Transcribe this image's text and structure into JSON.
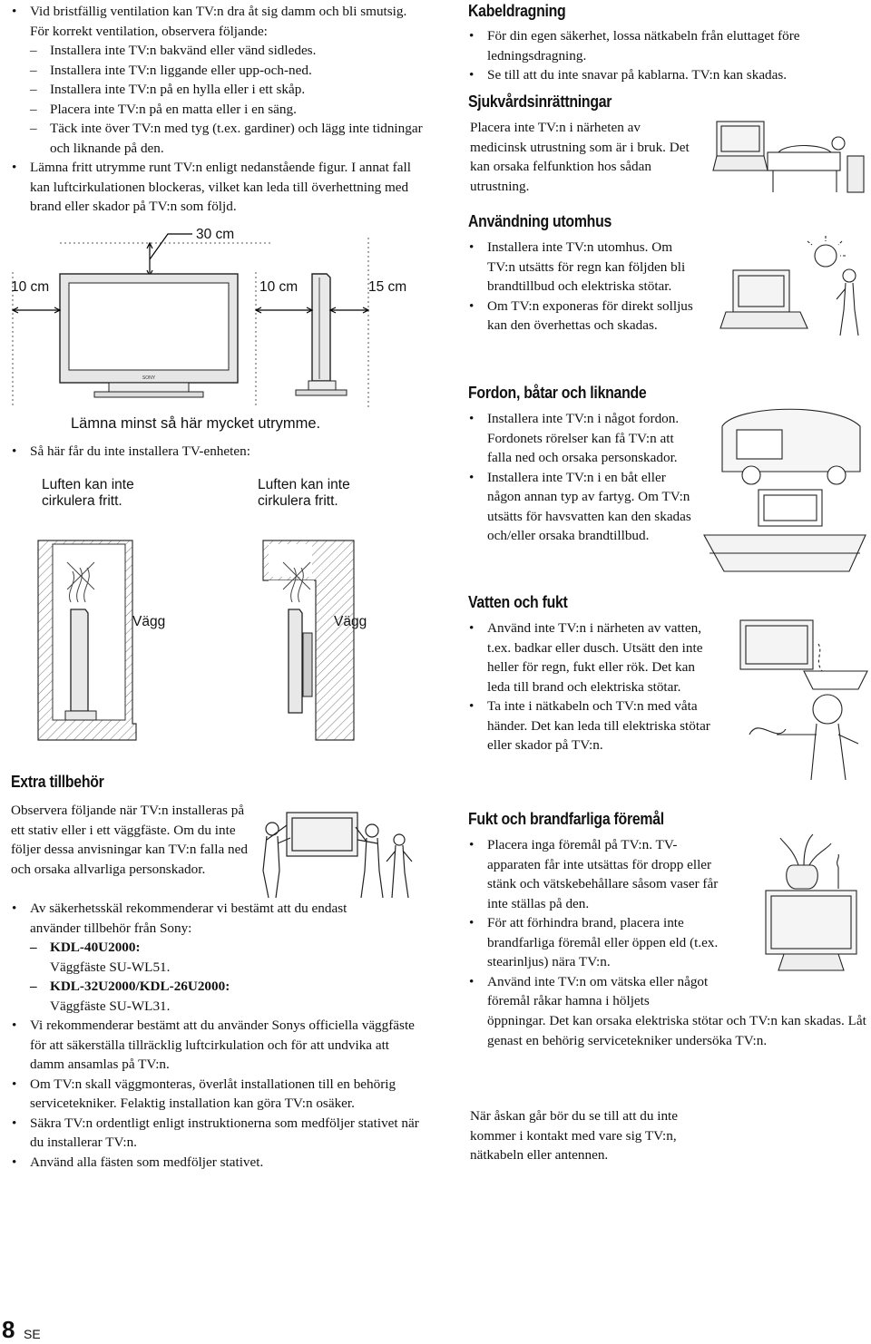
{
  "top_bullets": {
    "b1": "Vid bristfällig ventilation kan TV:n dra åt sig damm och bli smutsig. För korrekt ventilation, observera följande:",
    "d1": "Installera inte TV:n bakvänd eller vänd sidledes.",
    "d2": "Installera inte TV:n liggande eller upp-och-ned.",
    "d3": "Installera inte TV:n på en hylla eller i ett skåp.",
    "d4": "Placera inte TV:n på en matta eller i en säng.",
    "d5": "Täck inte över TV:n med tyg (t.ex. gardiner) och lägg inte tidningar och liknande på den.",
    "b2": "Lämna fritt utrymme runt TV:n enligt nedanstående figur. I annat fall kan luftcirkulationen blockeras, vilket kan leda till överhettning med brand eller skador på TV:n som följd."
  },
  "clearance_figure": {
    "top": "30 cm",
    "left": "10 cm",
    "middle": "10 cm",
    "right": "15 cm",
    "caption": "Lämna minst så här mycket utrymme."
  },
  "wall_intro": "Så här får du inte installera TV-enheten:",
  "wall_figure": {
    "air1": "Luften kan inte cirkulera fritt.",
    "air2": "Luften kan inte cirkulera fritt.",
    "wall1": "Vägg",
    "wall2": "Vägg"
  },
  "extra": {
    "heading": "Extra tillbehör",
    "intro": "Observera följande när TV:n installeras på ett stativ eller i ett väggfäste. Om du inte följer dessa anvisningar kan TV:n falla ned och orsaka allvarliga personskador.",
    "b1": "Av säkerhetsskäl rekommenderar vi bestämt att du endast använder tillbehör från Sony:",
    "m1": "KDL-40U2000:",
    "m1v": "Väggfäste SU-WL51.",
    "m2": "KDL-32U2000/KDL-26U2000:",
    "m2v": "Väggfäste SU-WL31.",
    "b2": "Vi rekommenderar bestämt att du använder Sonys officiella väggfäste för att säkerställa tillräcklig luftcirkulation och för att undvika att damm ansamlas på TV:n.",
    "b3": "Om TV:n skall väggmonteras, överlåt installationen till en behörig servicetekniker. Felaktig installation kan göra TV:n osäker.",
    "b4": "Säkra TV:n ordentligt enligt instruktionerna som medföljer stativet när du installerar TV:n.",
    "b5": "Använd alla fästen som medföljer stativet."
  },
  "kabel": {
    "heading": "Kabeldragning",
    "b1": "För din egen säkerhet, lossa nätkabeln från eluttaget före ledningsdragning.",
    "b2": "Se till att du inte snavar på kablarna. TV:n kan skadas."
  },
  "sjukvard": {
    "heading": "Sjukvårdsinrättningar",
    "text": "Placera inte TV:n i närheten av medicinsk utrustning som är i bruk. Det kan orsaka felfunktion hos sådan utrustning."
  },
  "utomhus": {
    "heading": "Användning utomhus",
    "b1": "Installera inte TV:n utomhus. Om TV:n utsätts för regn kan följden bli brandtillbud och elektriska stötar.",
    "b2": "Om TV:n exponeras för direkt solljus kan den överhettas och skadas."
  },
  "fordon": {
    "heading": "Fordon, båtar och liknande",
    "b1": "Installera inte TV:n i något fordon. Fordonets rörelser kan få TV:n att falla ned och orsaka personskador.",
    "b2": "Installera inte TV:n i en båt eller någon annan typ av fartyg. Om TV:n utsätts för havsvatten kan den skadas och/eller orsaka brandtillbud."
  },
  "vatten": {
    "heading": "Vatten och fukt",
    "b1": "Använd inte TV:n i närheten av vatten, t.ex. badkar eller dusch. Utsätt den inte heller för regn, fukt eller rök. Det kan leda till brand och elektriska stötar.",
    "b2": "Ta inte i nätkabeln och TV:n med våta händer. Det kan leda till elektriska stötar eller skador på TV:n."
  },
  "fukt": {
    "heading": "Fukt och brandfarliga föremål",
    "b1": "Placera inga föremål på TV:n. TV-apparaten får inte utsättas för dropp eller stänk och vätskebehållare såsom vaser får inte ställas på den.",
    "b2": "För att förhindra brand, placera inte brandfarliga föremål eller öppen eld (t.ex. stearinljus) nära TV:n.",
    "b3a": "Använd inte TV:n om vätska eller något föremål råkar hamna i höljets",
    "b3b": "öppningar. Det kan orsaka elektriska stötar och TV:n kan skadas. Låt genast en behörig servicetekniker undersöka TV:n."
  },
  "thunder": "När åskan går bör du se till att du inte kommer i kontakt med vare sig TV:n, nätkabeln eller antennen.",
  "footer": {
    "page": "8",
    "lang": "SE"
  }
}
